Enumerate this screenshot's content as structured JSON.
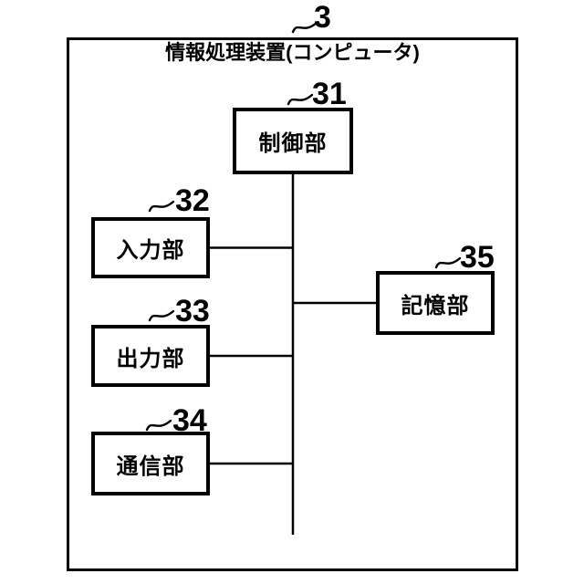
{
  "figure": {
    "device_label": "情報処理装置(コンピュータ)",
    "device_ref": "3"
  },
  "blocks": {
    "control": {
      "label": "制御部",
      "ref": "31"
    },
    "input": {
      "label": "入力部",
      "ref": "32"
    },
    "output": {
      "label": "出力部",
      "ref": "33"
    },
    "communication": {
      "label": "通信部",
      "ref": "34"
    },
    "storage": {
      "label": "記憶部",
      "ref": "35"
    }
  },
  "colors": {
    "line": "#000000",
    "background": "#ffffff",
    "text": "#000000"
  }
}
